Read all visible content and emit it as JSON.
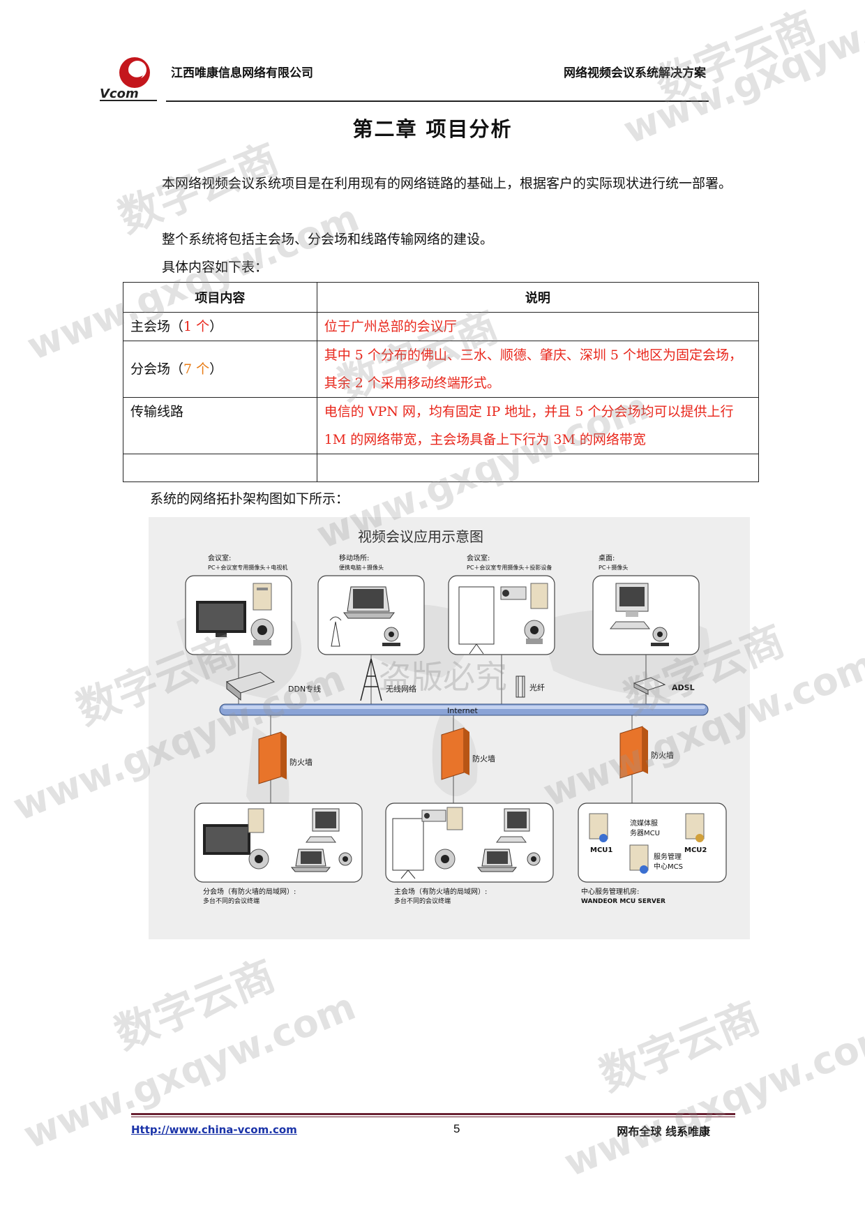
{
  "header": {
    "logo_text": "Vcom",
    "company": "江西唯康信息网络有限公司",
    "doc_title": "网络视频会议系统解决方案"
  },
  "chapter_title": "第二章  项目分析",
  "paragraphs": {
    "p1": "本网络视频会议系统项目是在利用现有的网络链路的基础上，根据客户的实际现状进行统一部署。",
    "p2": "整个系统将包括主会场、分会场和线路传输网络的建设。",
    "p3": "具体内容如下表：",
    "p4": "系统的网络拓扑架构图如下所示："
  },
  "table": {
    "headers": [
      "项目内容",
      "说明"
    ],
    "rows": [
      {
        "item_prefix": "主会场（",
        "item_count": "1 个",
        "item_suffix": "）",
        "desc": "位于广州总部的会议厅"
      },
      {
        "item_prefix": "分会场（",
        "item_count": "7 个",
        "item_suffix": "）",
        "desc": "其中 5 个分布的佛山、三水、顺德、肇庆、深圳 5 个地区为固定会场，其余 2 个采用移动终端形式。"
      },
      {
        "item_prefix": "传输线路",
        "item_count": "",
        "item_suffix": "",
        "desc": "电信的 VPN 网，均有固定 IP 地址，并且 5 个分会场均可以提供上行 1M 的网络带宽，主会场具备上下行为 3M 的网络带宽"
      },
      {
        "item_prefix": "",
        "item_count": "",
        "item_suffix": "",
        "desc": ""
      }
    ]
  },
  "diagram": {
    "title": "视频会议应用示意图",
    "top_sites": [
      {
        "title": "会议室:",
        "sub": "PC＋会议室专用摄像头＋电视机"
      },
      {
        "title": "移动场所:",
        "sub": "便携电脑＋摄像头"
      },
      {
        "title": "会议室:",
        "sub": "PC＋会议室专用摄像头＋投影设备"
      },
      {
        "title": "桌面:",
        "sub": "PC＋摄像头"
      }
    ],
    "links": [
      "DDN专线",
      "无线网络",
      "光纤",
      "ADSL"
    ],
    "backbone": "Internet",
    "firewall": "防火墙",
    "bottom_sites": [
      {
        "title": "分会场（有防火墙的局域网）:",
        "sub": "多台不同的会议终端"
      },
      {
        "title": "主会场（有防火墙的局域网）:",
        "sub": "多台不同的会议终端"
      },
      {
        "title": "中心服务管理机房:",
        "sub": "WANDEOR MCU SERVER"
      }
    ],
    "server_labels": {
      "mcu1": "MCU1",
      "mcu2": "MCU2",
      "media1": "流媒体服",
      "media2": "务器MCU",
      "mgmt1": "服务管理",
      "mgmt2": "中心MCS"
    },
    "watermark_center": "盗版必究"
  },
  "footer": {
    "url": "Http://www.china-vcom.com",
    "page": "5",
    "slogan": "网布全球  线系唯康"
  },
  "watermarks": [
    "数字云商",
    "www.gxqyw.com"
  ]
}
